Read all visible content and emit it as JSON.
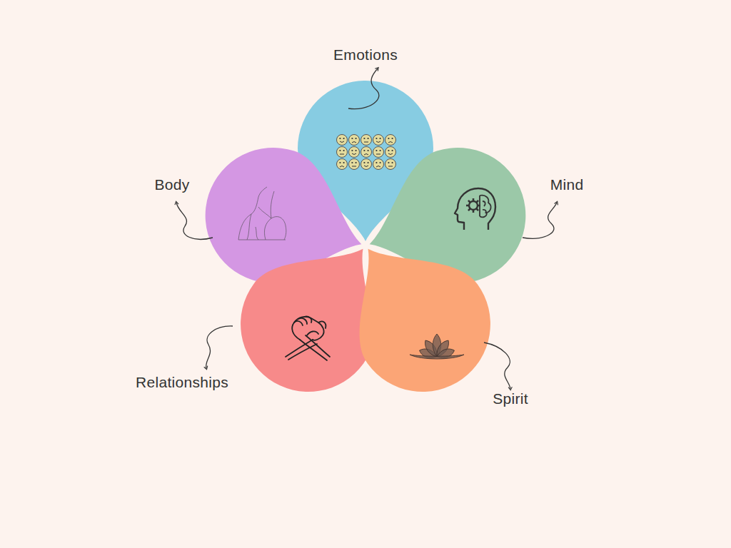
{
  "diagram": {
    "nodes": [
      {
        "text": [
          "Emotions"
        ]
      },
      {
        "text": [
          "Body"
        ]
      },
      {
        "text": [
          "Mind"
        ]
      },
      {
        "text": [
          "Relationships"
        ]
      },
      {
        "text": [
          "Spirit"
        ]
      }
    ]
  }
}
